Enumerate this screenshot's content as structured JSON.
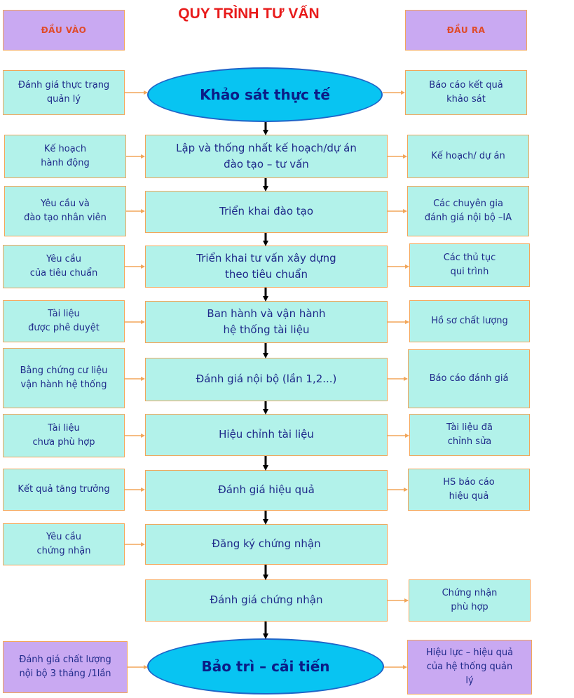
{
  "title": "QUY TRÌNH TƯ VẤN",
  "headers": {
    "input": "ĐẦU VÀO",
    "output": "ĐẦU RA"
  },
  "steps": [
    {
      "label": "Khảo sát thực tế",
      "input": "Đánh giá thực trạng\nquản lý",
      "output": "Báo cáo kết quả\nkhảo sát"
    },
    {
      "label": "Lập và thống nhất kế hoạch/dự án\nđào tạo – tư vấn",
      "input": "Kế hoạch\nhành động",
      "output": "Kế hoạch/ dự án"
    },
    {
      "label": "Triển khai đào tạo",
      "input": "Yêu cầu và\nđào tạo nhân viên",
      "output": "Các chuyên gia\nđánh giá nội bộ –IA"
    },
    {
      "label": "Triển khai tư vấn xây dựng\ntheo tiêu chuẩn",
      "input": "Yêu cầu\ncủa tiêu chuẩn",
      "output": "Các thủ tục\nqui trình"
    },
    {
      "label": "Ban hành và vận hành\nhệ thống tài liệu",
      "input": "Tài liệu\nđược phê duyệt",
      "output": "Hồ sơ chất lượng"
    },
    {
      "label": "Đánh giá nội bộ (lần 1,2...)",
      "input": "Bằng chứng cư liệu\nvận hành hệ thống",
      "output": "Báo cáo đánh giá"
    },
    {
      "label": "Hiệu chỉnh tài liệu",
      "input": "Tài liệu\nchưa phù hợp",
      "output": "Tài liệu đã\nchỉnh sửa"
    },
    {
      "label": "Đánh giá hiệu quả",
      "input": "Kết quả tăng trưởng",
      "output": "HS báo cáo\nhiệu quả"
    },
    {
      "label": "Đăng ký chứng nhận",
      "input": "Yêu cầu\nchứng nhận",
      "output": ""
    },
    {
      "label": "Đánh giá chứng nhận",
      "input": "",
      "output": "Chứng nhận\nphù hợp"
    },
    {
      "label": "Bảo trì – cải tiến",
      "input": "Đánh giá chất lượng\nnội bộ 3 tháng /1lần",
      "output": "Hiệu lực – hiệu quả\ncủa hệ thống quản\nlý"
    }
  ],
  "colors": {
    "box_fill": "#b2f2ea",
    "header_fill": "#c9a9f2",
    "ellipse_fill": "#08c4f2",
    "text": "#1f2a8a",
    "title": "#e81b1b",
    "arrow_side": "#f2a65a",
    "arrow_main": "#000000"
  }
}
